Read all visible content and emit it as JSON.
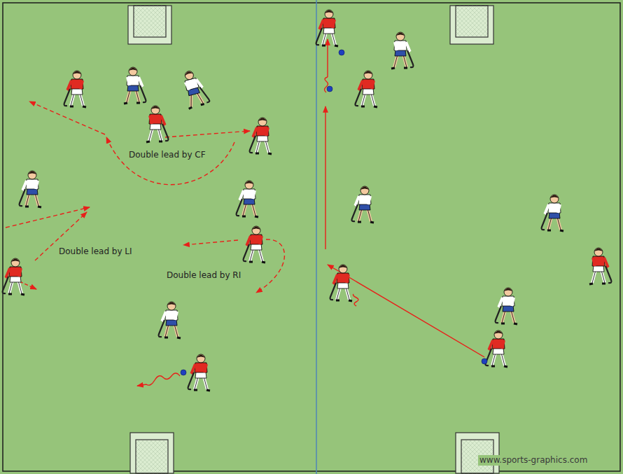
{
  "diagram": {
    "labels": [
      "Double lead by CF",
      "Double lead by LI",
      "Double lead by RI",
      "www.sports-graphics.com"
    ]
  }
}
